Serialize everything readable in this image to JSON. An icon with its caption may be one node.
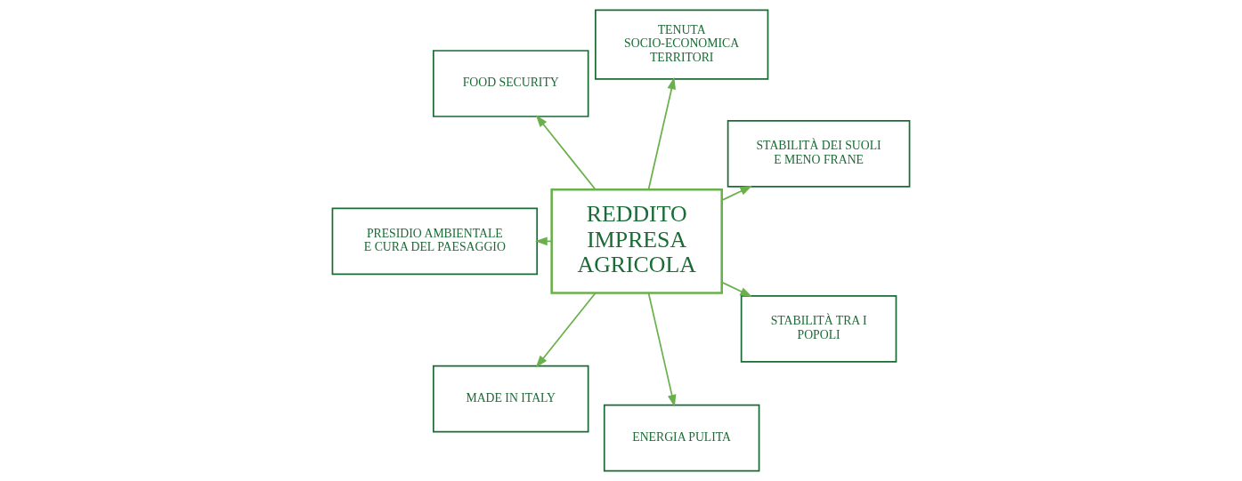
{
  "diagram": {
    "nodes": [
      {
        "text": [
          "STABILITÀ DEI SUOLI E MENO FRANE"
        ]
      },
      {
        "text": [
          "TENUTA SOCIO-ECONOMICA TERRITORI"
        ]
      },
      {
        "text": [
          "FOOD SECURITY"
        ]
      },
      {
        "text": [
          "PRESIDIO AMBIENTALE E CURA DEL PAESAGGIO"
        ]
      },
      {
        "text": [
          "REDDITO IMPRESA AGRICOLA"
        ]
      },
      {
        "text": [
          "MADE IN ITALY"
        ]
      },
      {
        "text": [
          "ENERGIA PULITA"
        ]
      },
      {
        "text": [
          "STABILITÀ TRA I POPOLI"
        ]
      }
    ],
    "edges": [
      {
        "from": 4,
        "to": 0,
        "arrow": "to"
      },
      {
        "from": 4,
        "to": 1,
        "arrow": "to"
      },
      {
        "from": 4,
        "to": 2,
        "arrow": "to"
      },
      {
        "from": 4,
        "to": 3,
        "arrow": "to"
      },
      {
        "from": 4,
        "to": 5,
        "arrow": "to"
      },
      {
        "from": 4,
        "to": 6,
        "arrow": "to"
      },
      {
        "from": 4,
        "to": 7,
        "arrow": "to"
      }
    ]
  }
}
